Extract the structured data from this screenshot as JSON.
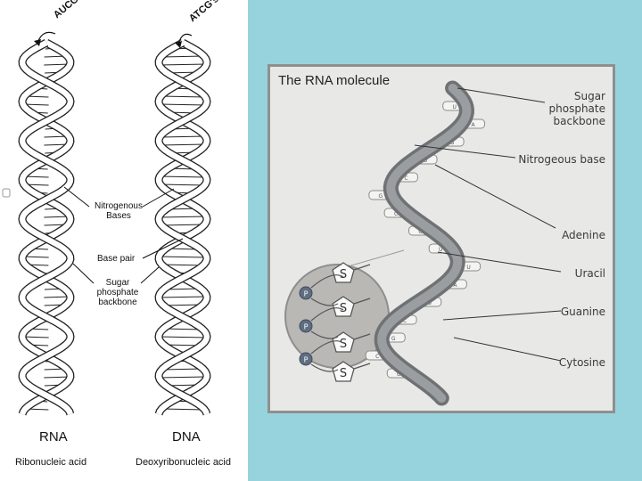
{
  "left_diagram": {
    "rna_top_label": "AUCG's",
    "dna_top_label": "ATCG's",
    "labels": {
      "nitrogenous_bases": "Nitrogenous Bases",
      "base_pair": "Base pair",
      "sugar_phosphate_backbone": "Sugar phosphate backbone"
    },
    "rna_title": "RNA",
    "dna_title": "DNA",
    "rna_subtitle": "Ribonucleic acid",
    "dna_subtitle": "Deoxyribonucleic acid"
  },
  "right_diagram": {
    "title": "The RNA molecule",
    "labels": {
      "sugar_phosphate_backbone": "Sugar phosphate backbone",
      "nitrogeous_base": "Nitrogeous base",
      "adenine": "Adenine",
      "uracil": "Uracil",
      "guanine": "Guanine",
      "cytosine": "Cytosine"
    },
    "inset_sugar": "S",
    "inset_phosphate": "P",
    "base_letters": [
      "U",
      "A",
      "G",
      "U",
      "C",
      "G",
      "C",
      "C",
      "U",
      "U",
      "A",
      "U",
      "C",
      "G",
      "C",
      "U"
    ]
  }
}
